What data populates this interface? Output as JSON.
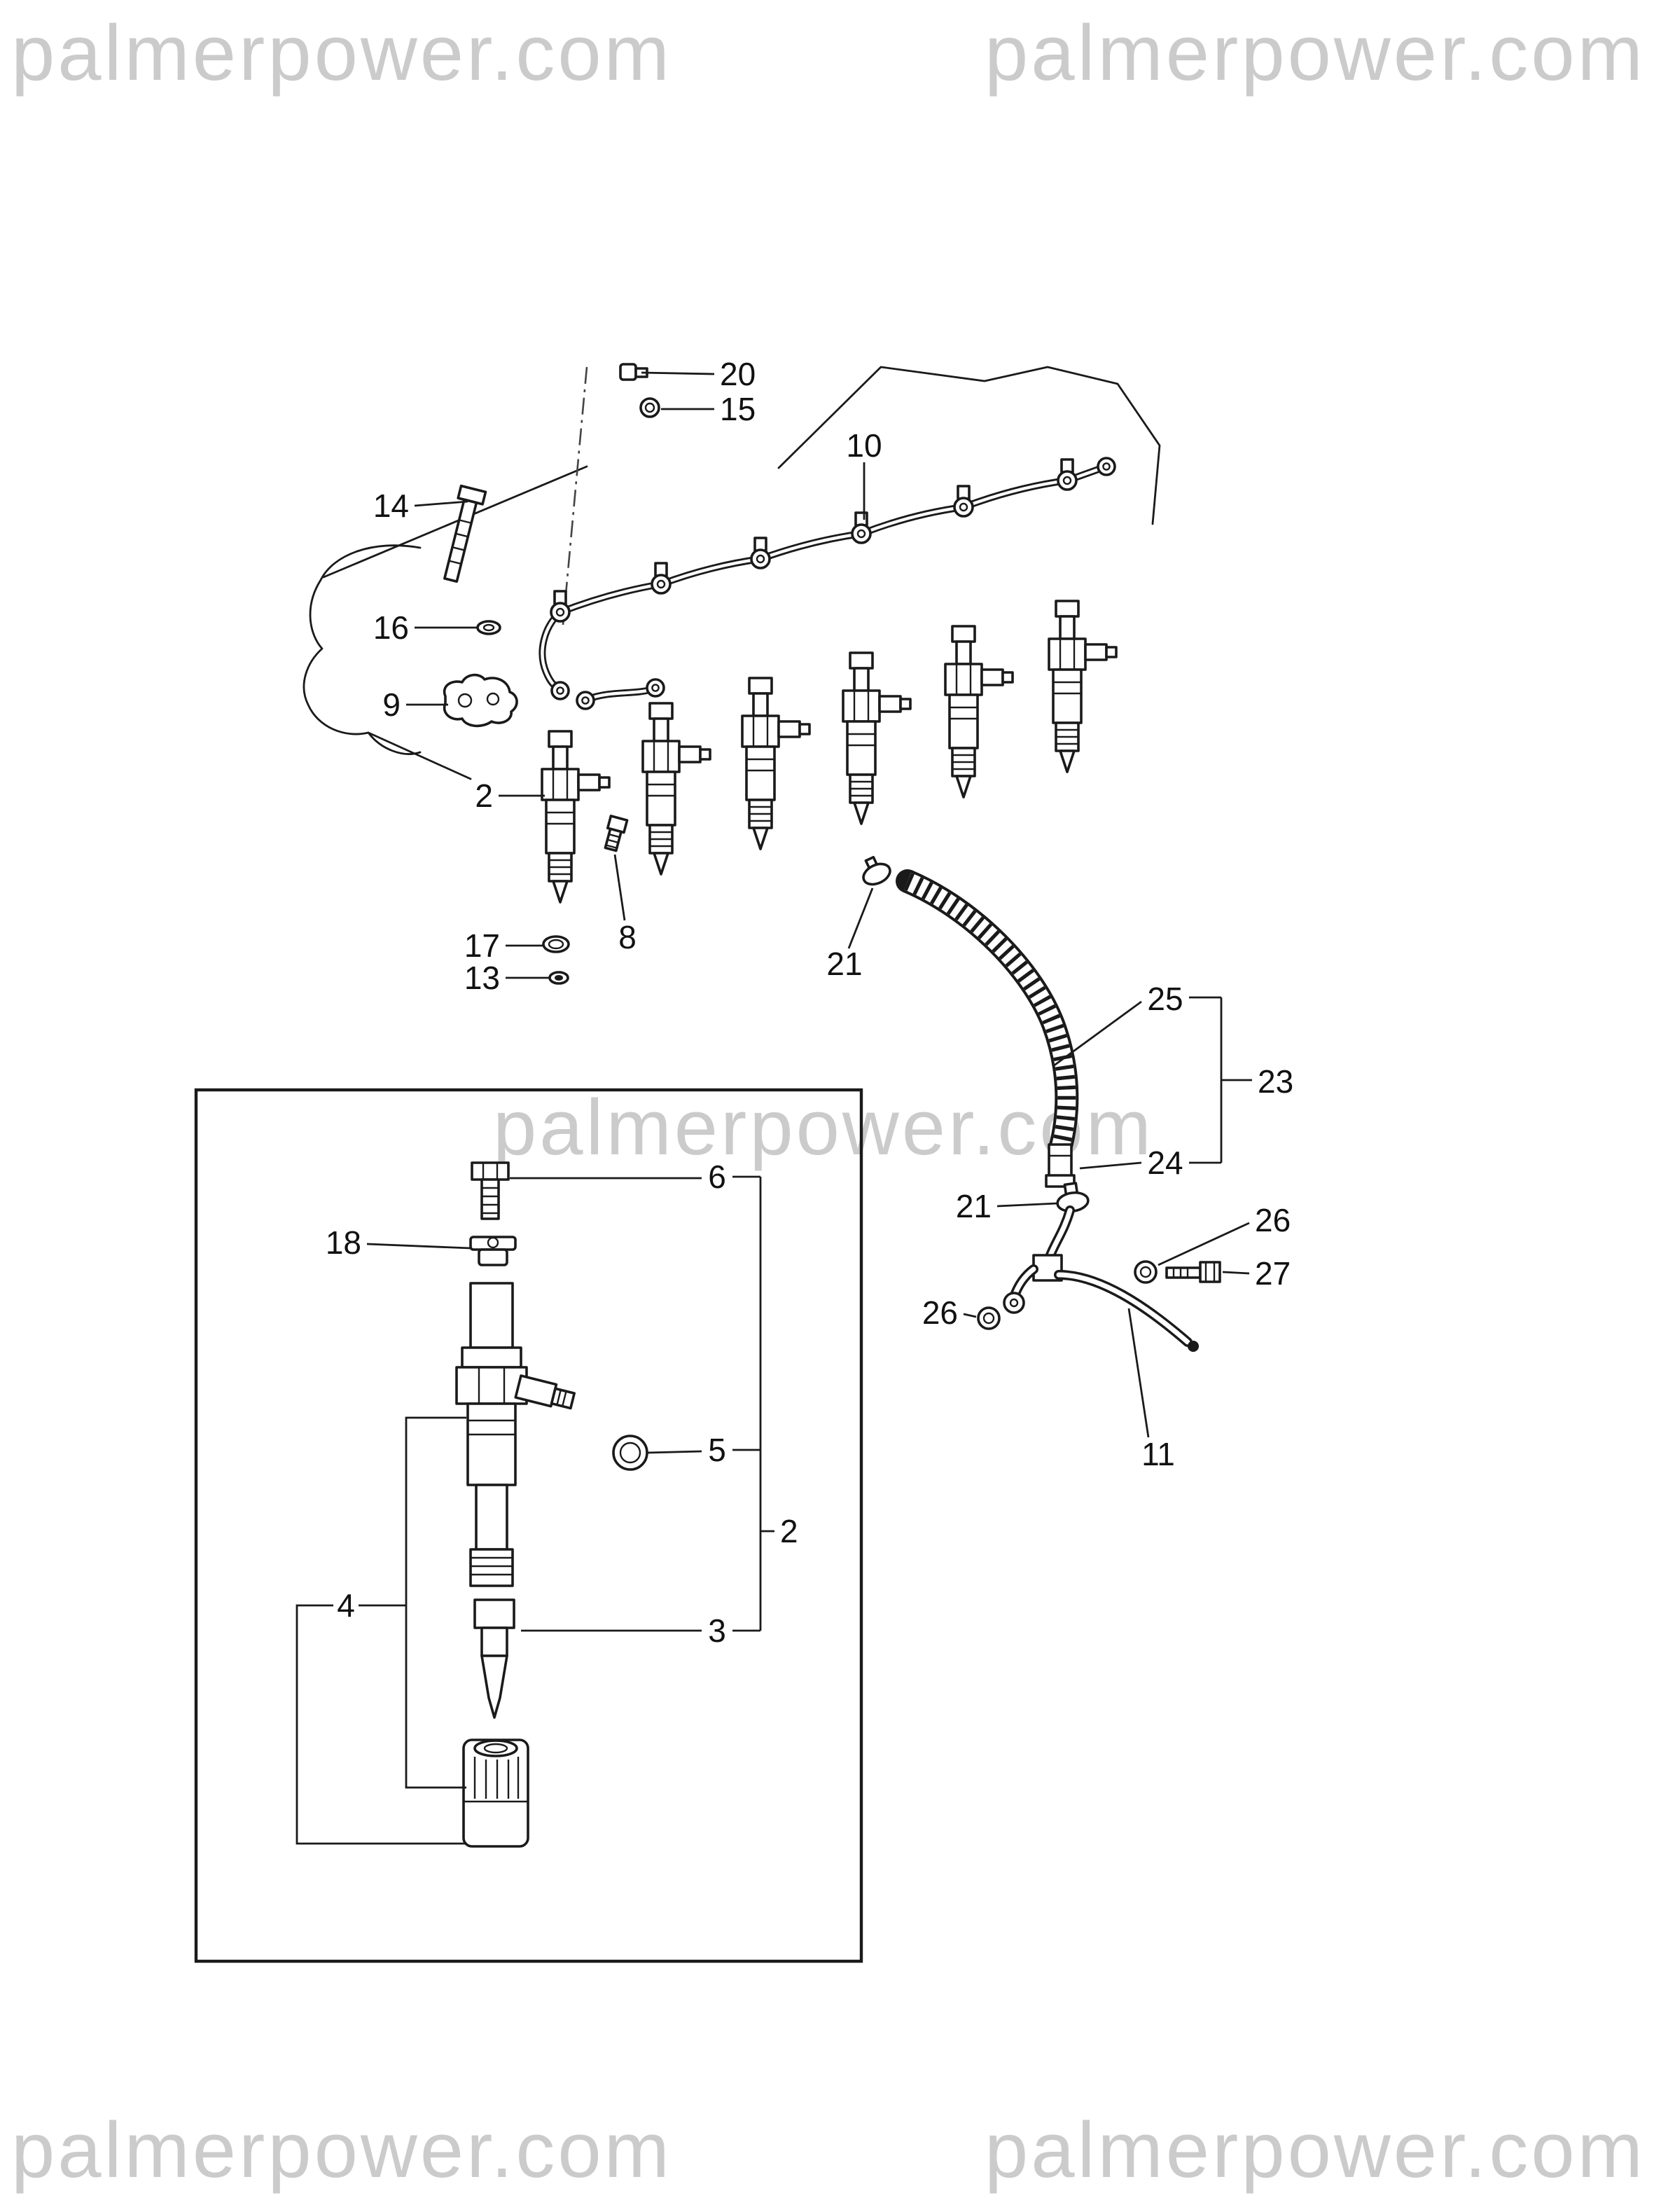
{
  "colors": {
    "background": "#ffffff",
    "line": "#1a1a1a",
    "watermark": "#cbcbcb"
  },
  "watermark": {
    "text": "palmerpower.com"
  },
  "callouts": {
    "c2_main": "2",
    "c2_inset": "2",
    "c3": "3",
    "c4": "4",
    "c5": "5",
    "c6": "6",
    "c8": "8",
    "c9": "9",
    "c10": "10",
    "c11": "11",
    "c13": "13",
    "c14": "14",
    "c15": "15",
    "c16": "16",
    "c17": "17",
    "c18": "18",
    "c20": "20",
    "c21_hose_top": "21",
    "c21_hose_bottom": "21",
    "c23": "23",
    "c24": "24",
    "c25": "25",
    "c26_left": "26",
    "c26_right": "26",
    "c27": "27"
  }
}
